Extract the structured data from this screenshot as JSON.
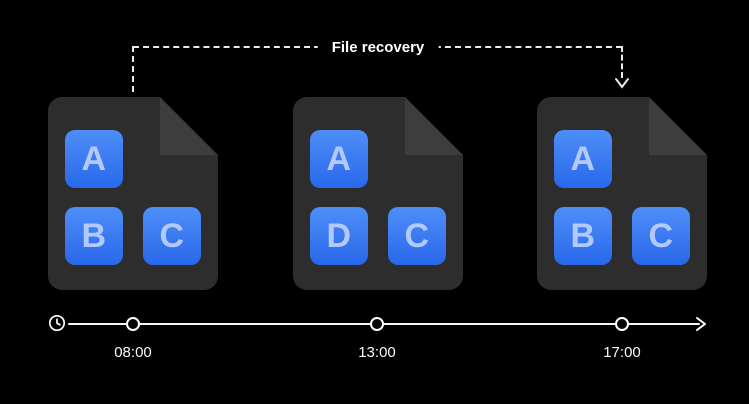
{
  "recovery": {
    "label": "File recovery"
  },
  "files": [
    {
      "name": "file-snapshot-0800",
      "time": "08:00",
      "blocks": [
        "A",
        "B",
        "C"
      ]
    },
    {
      "name": "file-snapshot-1300",
      "time": "13:00",
      "blocks": [
        "A",
        "D",
        "C"
      ]
    },
    {
      "name": "file-snapshot-1700",
      "time": "17:00",
      "blocks": [
        "A",
        "B",
        "C"
      ]
    }
  ],
  "timeline": {
    "labels": [
      "08:00",
      "13:00",
      "17:00"
    ]
  },
  "colors": {
    "background": "#000000",
    "file_body": "#2d2d2d",
    "file_fold": "#3d3d3d",
    "block_gradient_top": "#4e8ef8",
    "block_gradient_bottom": "#2968ea",
    "block_letter": "#b3c9fa",
    "line_white": "#ffffff",
    "dash_white": "#ececec"
  }
}
